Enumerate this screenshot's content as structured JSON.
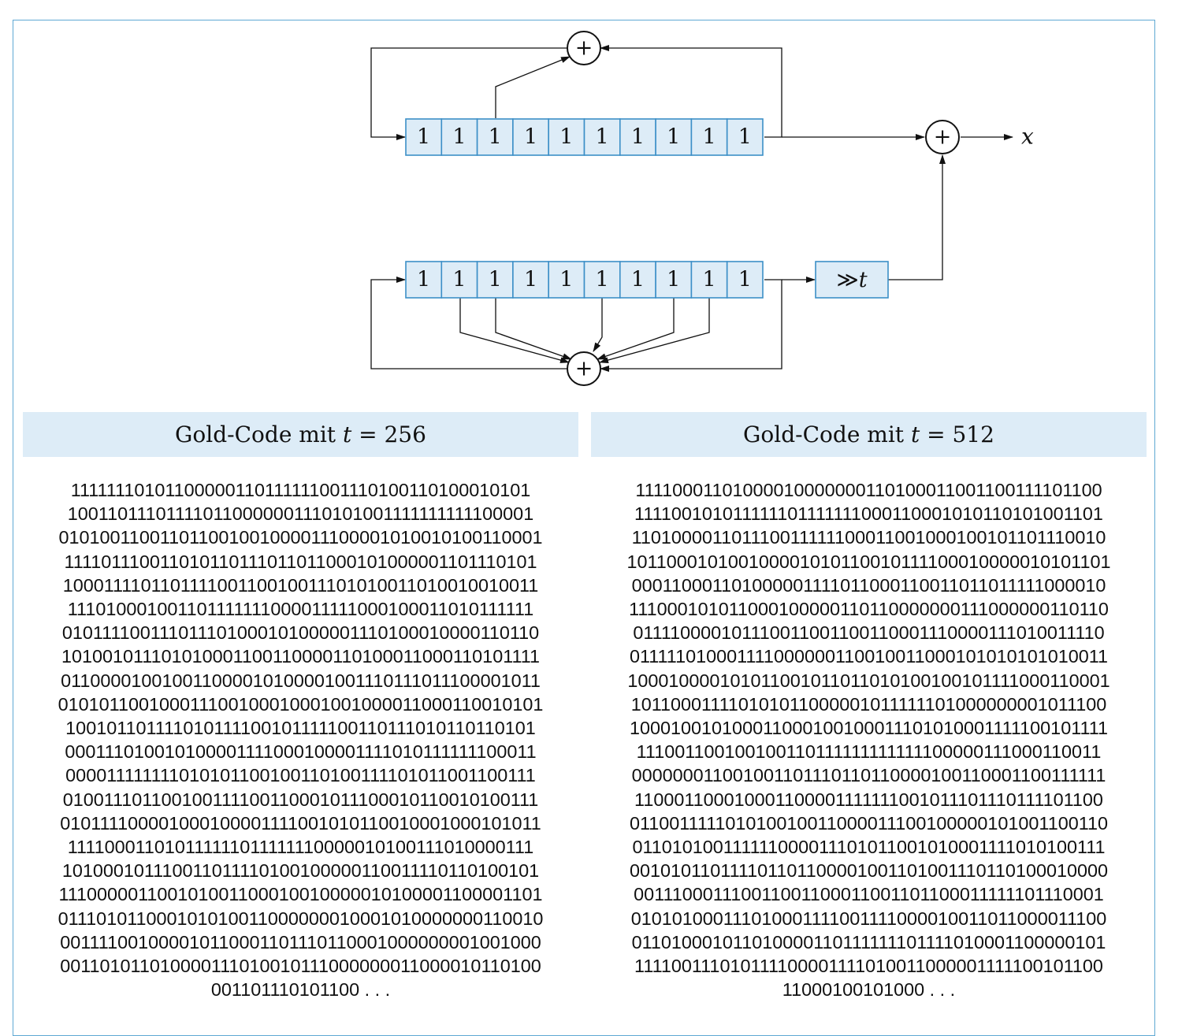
{
  "diagram": {
    "register_top": {
      "bits": [
        "1",
        "1",
        "1",
        "1",
        "1",
        "1",
        "1",
        "1",
        "1",
        "1"
      ]
    },
    "register_bottom": {
      "bits": [
        "1",
        "1",
        "1",
        "1",
        "1",
        "1",
        "1",
        "1",
        "1",
        "1"
      ]
    },
    "xor_symbol": "+",
    "shift_label": {
      "op": "≫",
      "var": "t"
    },
    "output_label": "x"
  },
  "panels": [
    {
      "title_prefix": "Gold-Code mit ",
      "title_var": "t",
      "title_suffix": " = 256",
      "lines": [
        "11111110101100000110111111001110100110100010101",
        "100110111011110110000001110101001111111111100001",
        "010100110011011001001000011100001010010100110001",
        "111101110011010110111011011000101000001101110101",
        "100011110110111100110010011101010011010010010011",
        "111010001001101111111000011111000100011010111111",
        "010111100111011101000101000001110100010000110110",
        "101001011101010001100110000110100011000110101111",
        "011000010010011000010100001001110111011100001011",
        "010101100100011100100010001001000011000110010101",
        "100101101111010111100101111100110111010110110101",
        "000111010010100001111000100001111010111111100011",
        "000011111111010101100100110100111101011001100111",
        "010011101100100111100110001011100010110010100111",
        "010111100001000100001111001010110010001000101011",
        "111100011010111111011111110000010100111010000111",
        "101000101110011011110100100000110011110110100101",
        "111000001100101001100010010000010100001100001101",
        "011101011000101010011000000010001010000000110010",
        "001111001000010110001101110110001000000001001000",
        "001101011010000111010010111000000011000010110100",
        "001101110101100 . . ."
      ]
    },
    {
      "title_prefix": "Gold-Code mit ",
      "title_var": "t",
      "title_suffix": " = 512",
      "lines": [
        "11110001101000010000000110100011001100111101100",
        "111100101011111101111111000110001010110101001101",
        "110100001101110011111100011001000100101101110010",
        "101100010100100001010110010111100010000010101101",
        "000110001101000001111011000110011011011111000010",
        "111000101011000100000110110000000111000000110110",
        "011110000101110011001100110001110000111010011110",
        "011111010001111000000110010011000101010101010011",
        "100010000101011001011011010100100101111000110001",
        "101100011110101011000001011111101000000001011100",
        "100010010100011000100100011101010001111100101111",
        "111001100100100110111111111111100000111000110011",
        "000000011001001101110110110000100110001100111111",
        "110001100010001100001111111001011101110111101100",
        "011001111101010010011000011100100000101001100110",
        "011010100111111000011101011001010001111010100111",
        "001010110111101101100001001101001110110100010000",
        "001110001110011001100011001101100011111101110001",
        "010101000111010001111001111000010011011000011100",
        "011010001011010000110111111101111010001100000101",
        "111100111010111100001111010011000001111100101100",
        "11000100101000 . . ."
      ]
    }
  ]
}
